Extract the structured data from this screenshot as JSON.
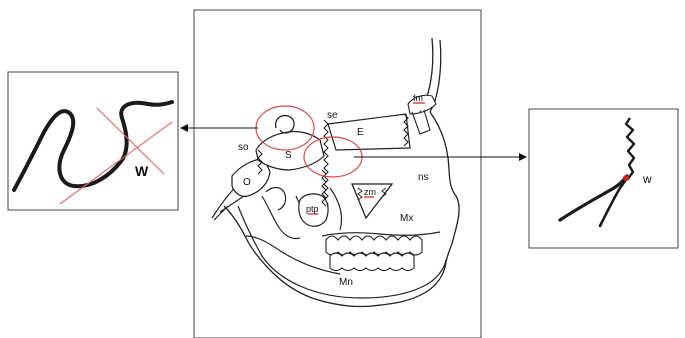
{
  "labels": {
    "se": "se",
    "so": "so",
    "s": "S",
    "o": "O",
    "e": "E",
    "fm": "fm",
    "ns": "ns",
    "zm": "zm",
    "mx": "Mx",
    "ptp": "ptp",
    "mn": "Mn",
    "w_left": "W",
    "w_right": "w"
  },
  "colors": {
    "line": "#111111",
    "highlight_circle": "#d94a4a",
    "marker": "#cc2222",
    "panel_border": "#444444"
  }
}
